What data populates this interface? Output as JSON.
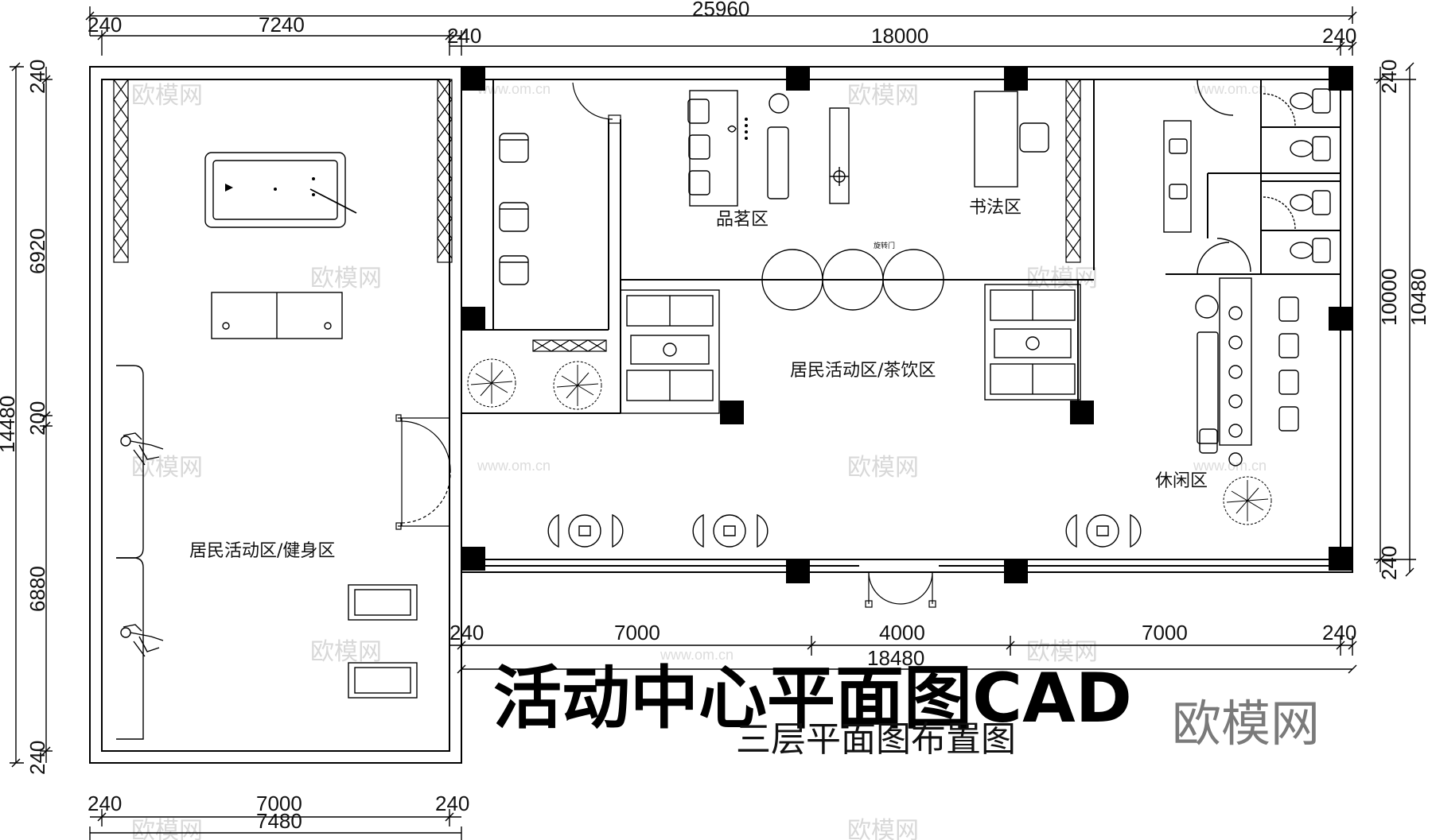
{
  "title": "活动中心平面图CAD",
  "subtitle": "三层平面图布置图",
  "brand": "欧模网",
  "watermark": {
    "text": "欧模网",
    "url": "www.om.cn"
  },
  "zones": {
    "fitness": "居民活动区/健身区",
    "tea": "居民活动区/茶饮区",
    "tea_tasting": "品茗区",
    "calligraphy": "书法区",
    "leisure": "休闲区",
    "revolving_door": "旋转门"
  },
  "dims": {
    "top_total": "25960",
    "top_left_a": "240",
    "top_left_b": "7240",
    "top_mid_a": "240",
    "top_mid": "18000",
    "top_right": "240",
    "mid_a": "240",
    "mid_b": "7000",
    "mid_c": "4000",
    "mid_d": "7000",
    "mid_e": "240",
    "mid_total": "18480",
    "bot_a": "240",
    "bot_b": "7000",
    "bot_c": "240",
    "bot_total": "7480",
    "left_total": "14480",
    "left_a": "240",
    "left_b": "6920",
    "left_c": "200",
    "left_d": "6880",
    "left_e": "240",
    "right_a": "240",
    "right_b": "10000",
    "right_total": "10480",
    "right_c": "240"
  }
}
